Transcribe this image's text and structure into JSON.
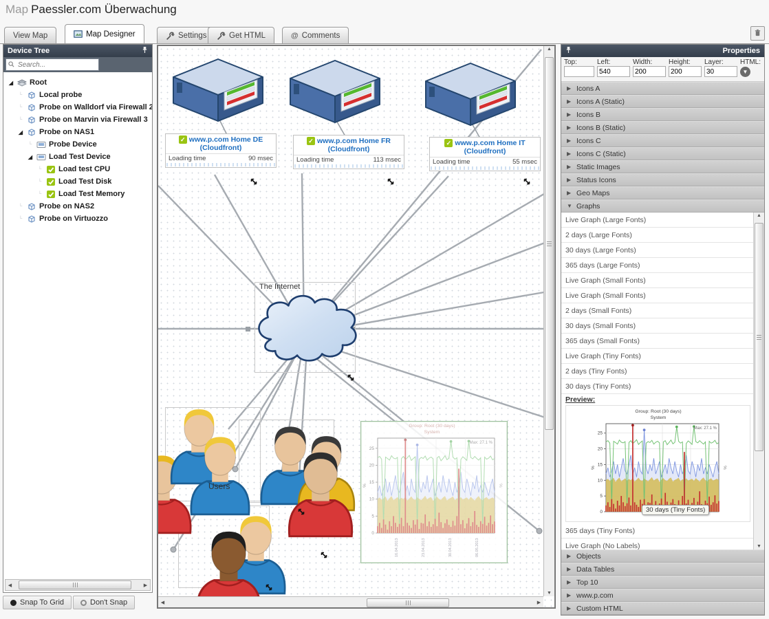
{
  "page": {
    "title_prefix": "Map",
    "title": "Paessler.com Überwachung"
  },
  "tabs": [
    {
      "label": "View Map",
      "icon": "none"
    },
    {
      "label": "Map Designer",
      "icon": "map-designer-icon",
      "active": true
    },
    {
      "label": "Settings",
      "icon": "wrench-icon"
    },
    {
      "label": "Get HTML",
      "icon": "wrench-icon"
    },
    {
      "label": "Comments",
      "icon": "at-icon"
    }
  ],
  "device_tree": {
    "header": "Device Tree",
    "search_placeholder": "Search...",
    "items": [
      {
        "label": "Root",
        "depth": 0,
        "icon": "root",
        "expanded": true
      },
      {
        "label": "Local probe",
        "depth": 1,
        "icon": "probe"
      },
      {
        "label": "Probe on Walldorf via Firewall 2",
        "depth": 1,
        "icon": "probe"
      },
      {
        "label": "Probe on Marvin via Firewall 3",
        "depth": 1,
        "icon": "probe"
      },
      {
        "label": "Probe on NAS1",
        "depth": 1,
        "icon": "probe",
        "expanded": true
      },
      {
        "label": "Probe Device",
        "depth": 2,
        "icon": "device"
      },
      {
        "label": "Load Test Device",
        "depth": 2,
        "icon": "device",
        "expanded": true
      },
      {
        "label": "Load test CPU",
        "depth": 3,
        "icon": "sensor"
      },
      {
        "label": "Load Test Disk",
        "depth": 3,
        "icon": "sensor"
      },
      {
        "label": "Load Test Memory",
        "depth": 3,
        "icon": "sensor"
      },
      {
        "label": "Probe on NAS2",
        "depth": 1,
        "icon": "probe"
      },
      {
        "label": "Probe on Virtuozzo",
        "depth": 1,
        "icon": "probe"
      }
    ]
  },
  "snap": {
    "snap_to_grid": "Snap To Grid",
    "dont_snap": "Don't Snap",
    "selected": "snap_to_grid"
  },
  "map": {
    "internet_label": "The Internet",
    "users_label": "Users",
    "devices": [
      {
        "name": "www.p.com Home DE",
        "subname": "(Cloudfront)",
        "metric_label": "Loading time",
        "metric_value": "90 msec"
      },
      {
        "name": "www.p.com Home FR",
        "subname": "(Cloudfront)",
        "metric_label": "Loading time",
        "metric_value": "113 msec"
      },
      {
        "name": "www.p.com Home IT",
        "subname": "(Cloudfront)",
        "metric_label": "Loading time",
        "metric_value": "55 msec"
      }
    ]
  },
  "properties": {
    "header": "Properties",
    "fields": [
      {
        "label": "Top:",
        "value": ""
      },
      {
        "label": "Left:",
        "value": "540"
      },
      {
        "label": "Width:",
        "value": "200"
      },
      {
        "label": "Height:",
        "value": "200"
      },
      {
        "label": "Layer:",
        "value": "30"
      },
      {
        "label": "HTML:",
        "value": "",
        "button": true
      }
    ],
    "sections_top": [
      "Icons A",
      "Icons A (Static)",
      "Icons B",
      "Icons B (Static)",
      "Icons C",
      "Icons C (Static)",
      "Static Images",
      "Status Icons",
      "Geo Maps"
    ],
    "graphs": {
      "label": "Graphs",
      "items_above": [
        "Live Graph (Large Fonts)",
        "2 days (Large Fonts)",
        "30 days (Large Fonts)",
        "365 days (Large Fonts)",
        "Live Graph (Small Fonts)",
        "Live Graph (Small Fonts)",
        "2 days (Small Fonts)",
        "30 days (Small Fonts)",
        "365 days (Small Fonts)",
        "Live Graph (Tiny Fonts)",
        "2 days (Tiny Fonts)",
        "30 days (Tiny Fonts)"
      ],
      "preview_label": "Preview:",
      "tooltip": "30 days (Tiny Fonts)",
      "items_below": [
        "365 days (Tiny Fonts)",
        "Live Graph (No Labels)"
      ]
    },
    "sections_bottom": [
      "Objects",
      "Data Tables",
      "Top 10",
      "www.p.com",
      "Custom HTML"
    ]
  },
  "icons": {
    "search": "magnifier",
    "pin": "pushpin",
    "trash": "trash-bin",
    "html_menu": "chevron-down",
    "check": "checkmark",
    "expander_collapsed": "triangle-right",
    "expander_expanded": "triangle-down"
  },
  "chart_data": {
    "type": "line",
    "title": "Group: Root (30 days)",
    "subtitle": "System",
    "max_label": "Max: 27.1 %",
    "ylabel": "%",
    "ylim": [
      0,
      28
    ],
    "yticks": [
      0,
      5,
      10,
      15,
      20,
      25
    ],
    "x_labels": [
      "16.04.2013",
      "23.04.2013",
      "30.04.2013",
      "06.05.2013"
    ],
    "legend_position": "none",
    "grid": true,
    "series": [
      {
        "name": "green",
        "color": "#74c274",
        "values": [
          22.2,
          22.6,
          21.8,
          3,
          22.4,
          22,
          21.5,
          22.8,
          22.1,
          21.9,
          22.3,
          2.5,
          22,
          22.6,
          21.7,
          22.2,
          22.9,
          21.4,
          22,
          22.5,
          3,
          21.8,
          22.3,
          22,
          22.7,
          21.5,
          22.1,
          22.4,
          21.9,
          2,
          22.2,
          22.6,
          21.3,
          22,
          22.8,
          21.6,
          22.1,
          27,
          22.4,
          21.8,
          22.2,
          3,
          21.7,
          22.5,
          22,
          21.4,
          27.1,
          22.3,
          21.9,
          22.6,
          22,
          21.5,
          22.2,
          2.8,
          22.4,
          21.8,
          22.1,
          22.7,
          21.6,
          22
        ]
      },
      {
        "name": "blue",
        "color": "#7e96e0",
        "values": [
          12,
          14,
          11,
          13,
          16,
          12,
          15,
          11,
          14,
          17,
          13,
          12,
          15,
          18,
          12,
          14,
          11,
          16,
          13,
          12,
          26,
          14,
          12,
          15,
          13,
          17,
          12,
          14,
          16,
          11,
          13,
          15,
          12,
          17,
          14,
          12,
          16,
          13,
          11,
          15,
          12,
          14,
          18,
          13,
          12,
          16,
          14,
          11,
          15,
          13,
          17,
          12,
          14,
          12,
          15,
          13,
          11,
          14,
          16,
          12
        ]
      },
      {
        "name": "yellow",
        "color": "#ecc72e",
        "values": [
          10,
          10.5,
          9.8,
          10.2,
          10.8,
          9.5,
          10.3,
          10.9,
          9.7,
          10.1,
          10.6,
          9.9,
          10.4,
          10,
          10.7,
          9.6,
          10.2,
          10.8,
          10,
          9.8,
          10.5,
          10.1,
          9.7,
          10.3,
          11,
          9.9,
          10.4,
          10.6,
          9.5,
          10.2,
          10.7,
          10,
          9.8,
          10.5,
          10.9,
          9.6,
          10.1,
          10.4,
          10.8,
          9.7,
          10.3,
          10,
          10.6,
          9.9,
          10.2,
          10.5,
          9.8,
          10.7,
          10.1,
          9.6,
          10.4,
          10.9,
          10,
          9.7,
          10.3,
          10.6,
          9.9,
          10.2,
          10.5,
          10
        ]
      },
      {
        "name": "red",
        "color": "#c53030",
        "values": [
          2,
          3,
          1.5,
          4,
          2.5,
          1,
          3.5,
          2,
          5,
          3,
          1.8,
          2.7,
          4.5,
          2,
          27.5,
          3,
          2.2,
          1.5,
          3.8,
          2.5,
          4,
          1.2,
          3,
          2.8,
          5.5,
          2,
          3.4,
          1.8,
          2.6,
          4.2,
          2,
          6,
          3.2,
          1.5,
          2.9,
          4,
          2.4,
          1.8,
          3.6,
          2.2,
          5,
          19,
          2.6,
          3.8,
          1.4,
          2.8,
          4.4,
          2,
          3.2,
          6.5,
          2.4,
          1.8,
          3.5,
          2.7,
          4.8,
          2.2,
          3,
          5.2,
          2.6,
          3.4
        ]
      }
    ],
    "markers": [
      {
        "i": 14,
        "v": 27.5,
        "color": "#a02020"
      },
      {
        "i": 20,
        "v": 26,
        "color": "#6a7fd0"
      },
      {
        "i": 37,
        "v": 27,
        "color": "#5db25d"
      },
      {
        "i": 46,
        "v": 27.1,
        "color": "#5db25d"
      }
    ]
  }
}
